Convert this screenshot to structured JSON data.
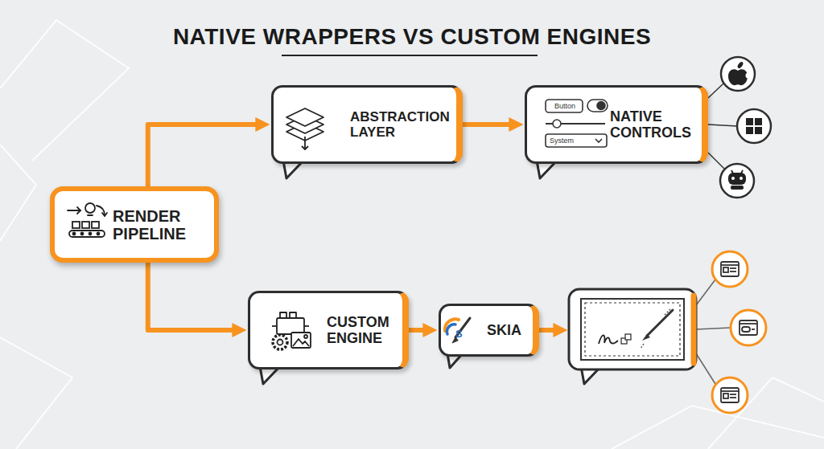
{
  "diagram": {
    "title": "NATIVE WRAPPERS VS CUSTOM ENGINES",
    "nodes": [
      {
        "text": [
          "RENDER PIPELINE"
        ]
      },
      {
        "text": [
          "ABSTRACTION LAYER"
        ]
      },
      {
        "text": [
          "NATIVE CONTROLS"
        ]
      },
      {
        "text": [
          "CUSTOM ENGINE"
        ]
      },
      {
        "text": [
          "SKIA"
        ]
      }
    ],
    "edges": [
      {
        "from": 0,
        "to": 1,
        "arrow": "to"
      },
      {
        "from": 1,
        "to": 2,
        "arrow": "to"
      },
      {
        "from": 0,
        "to": 3,
        "arrow": "to"
      },
      {
        "from": 3,
        "to": 4,
        "arrow": "to"
      }
    ],
    "labels": [
      "Button",
      "System",
      "S"
    ]
  }
}
